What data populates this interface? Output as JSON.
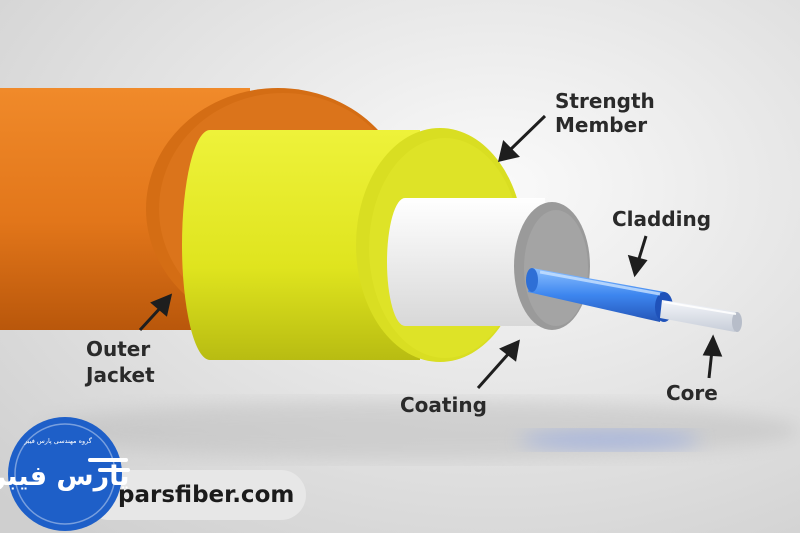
{
  "labels": {
    "strength_line1": "Strength",
    "strength_line2": "Member",
    "cladding": "Cladding",
    "outer_line1": "Outer",
    "outer_line2": "Jacket",
    "coating": "Coating",
    "core": "Core"
  },
  "logo": {
    "site": "parsfiber.com",
    "persian_name": "پارس فیبر",
    "persian_tagline": "گروه مهندسی پارس فیبر"
  },
  "colors": {
    "outer_jacket": "#e8781c",
    "strength_member": "#e6ea2a",
    "coating": "#f5f5f5",
    "cladding": "#3a7de0",
    "core": "#e2e6ee",
    "logo_blue": "#1e5fc8"
  }
}
